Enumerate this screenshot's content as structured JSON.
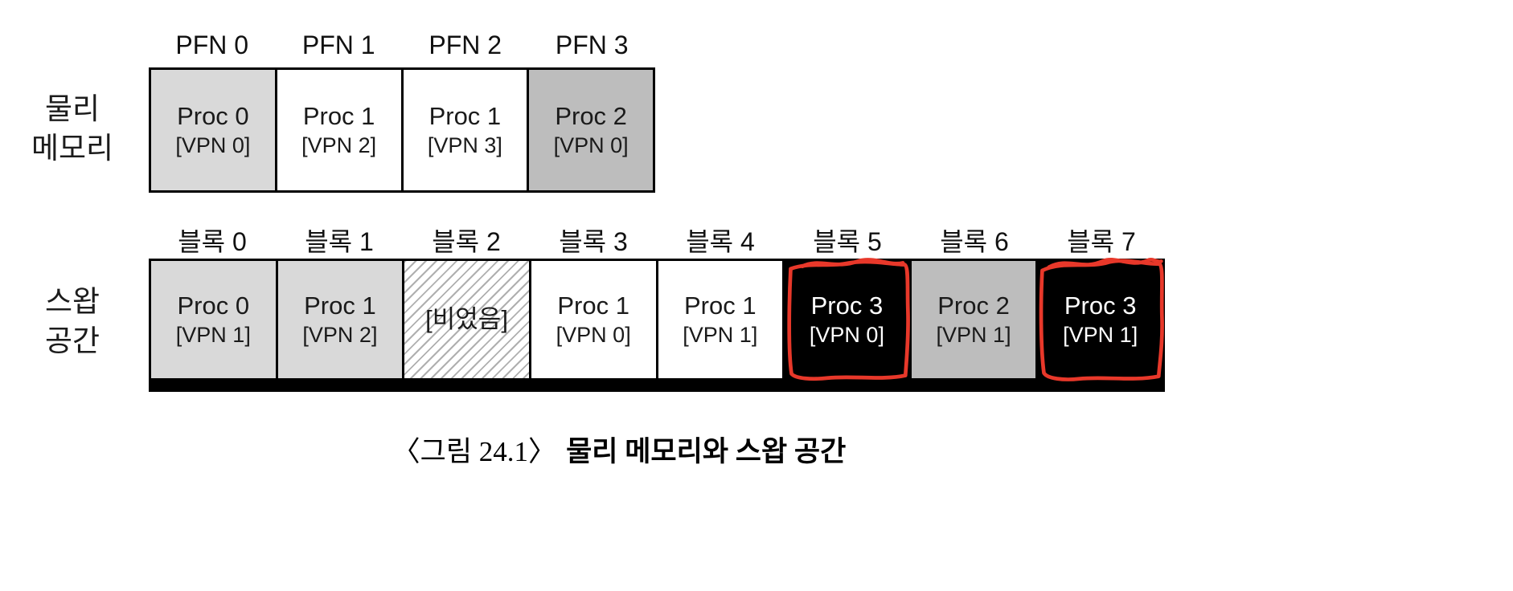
{
  "physical_memory": {
    "label_line1": "물리",
    "label_line2": "메모리",
    "frames": [
      {
        "header": "PFN 0",
        "proc": "Proc 0",
        "vpn": "[VPN 0]",
        "fill": "light"
      },
      {
        "header": "PFN 1",
        "proc": "Proc 1",
        "vpn": "[VPN 2]",
        "fill": "white"
      },
      {
        "header": "PFN 2",
        "proc": "Proc 1",
        "vpn": "[VPN 3]",
        "fill": "white"
      },
      {
        "header": "PFN 3",
        "proc": "Proc 2",
        "vpn": "[VPN 0]",
        "fill": "dark"
      }
    ]
  },
  "swap_space": {
    "label_line1": "스왑",
    "label_line2": "공간",
    "blocks": [
      {
        "header": "블록 0",
        "proc": "Proc 0",
        "vpn": "[VPN 1]",
        "fill": "light",
        "highlight": false
      },
      {
        "header": "블록 1",
        "proc": "Proc 1",
        "vpn": "[VPN 2]",
        "fill": "light",
        "highlight": false
      },
      {
        "header": "블록 2",
        "proc": "[비었음]",
        "vpn": "",
        "fill": "empty",
        "highlight": false
      },
      {
        "header": "블록 3",
        "proc": "Proc 1",
        "vpn": "[VPN 0]",
        "fill": "white",
        "highlight": false
      },
      {
        "header": "블록 4",
        "proc": "Proc 1",
        "vpn": "[VPN 1]",
        "fill": "white",
        "highlight": false
      },
      {
        "header": "블록 5",
        "proc": "Proc 3",
        "vpn": "[VPN 0]",
        "fill": "black",
        "highlight": true
      },
      {
        "header": "블록 6",
        "proc": "Proc 2",
        "vpn": "[VPN 1]",
        "fill": "dark",
        "highlight": false
      },
      {
        "header": "블록 7",
        "proc": "Proc 3",
        "vpn": "[VPN 1]",
        "fill": "black",
        "highlight": true
      }
    ]
  },
  "caption": {
    "figure_number": "〈그림 24.1〉",
    "title": "물리 메모리와 스왑 공간"
  },
  "colors": {
    "border": "#000000",
    "highlight_red": "#e8382a",
    "fills": {
      "light": {
        "background": "#d9d9d9",
        "color": "#1a1a1a"
      },
      "white": {
        "background": "#ffffff",
        "color": "#1a1a1a"
      },
      "dark": {
        "background": "#bdbdbd",
        "color": "#1a1a1a"
      },
      "black": {
        "background": "#000000",
        "color": "#ffffff"
      },
      "empty": {
        "background": "#ffffff",
        "color": "#1a1a1a",
        "hatched": true
      }
    }
  }
}
